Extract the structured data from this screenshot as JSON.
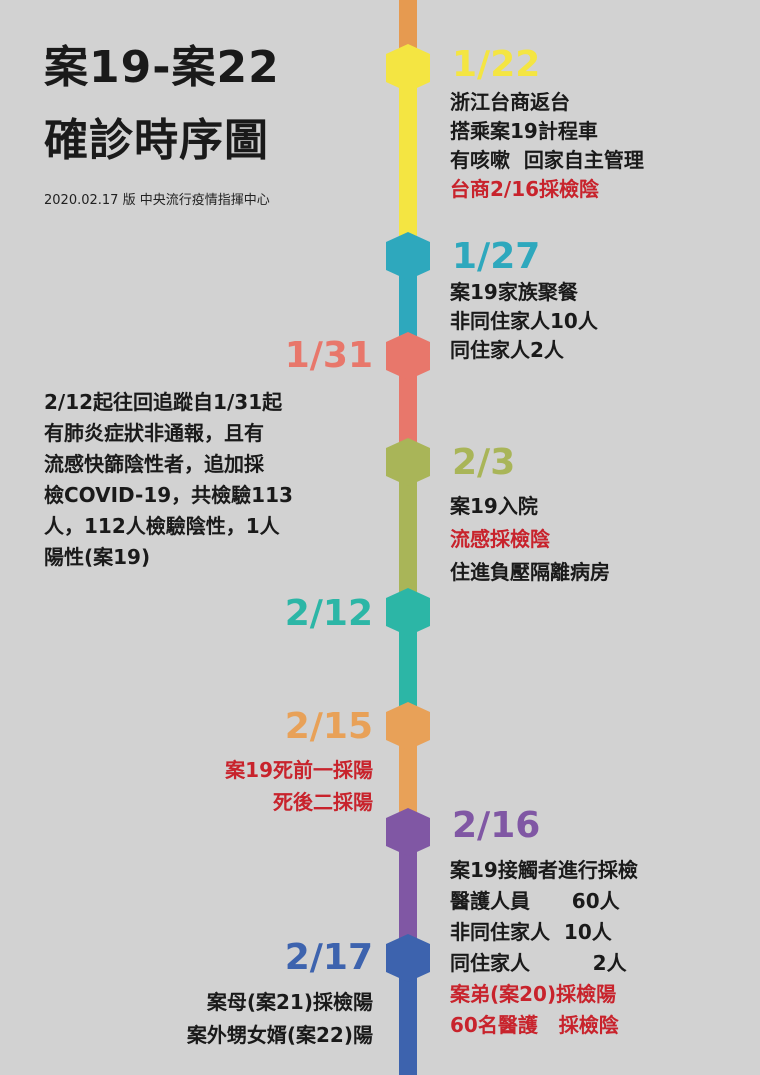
{
  "header": {
    "title_line1": "案19-案22",
    "title_line2": "確診時序圖",
    "subtitle": "2020.02.17 版 中央流行疫情指揮中心"
  },
  "colors": {
    "background": "#d2d2d2",
    "text": "#1a1a1a",
    "highlight_red": "#c8232c",
    "orange_top": "#e69a50",
    "yellow": "#f4e542",
    "cyan": "#2ea8bd",
    "salmon": "#e8776b",
    "olive": "#a9b558",
    "teal": "#2cb6a6",
    "orange": "#e8a158",
    "purple": "#8057a4",
    "blue": "#3d63ae"
  },
  "events": [
    {
      "date": "1/22",
      "color": "#f4e542",
      "lines": [
        {
          "text": "浙江台商返台",
          "red": false
        },
        {
          "text": "搭乘案19計程車",
          "red": false
        },
        {
          "text": "有咳嗽  回家自主管理",
          "red": false
        },
        {
          "text": "台商2/16採檢陰",
          "red": true
        }
      ]
    },
    {
      "date": "1/27",
      "color": "#2ea8bd",
      "lines": [
        {
          "text": "案19家族聚餐",
          "red": false
        },
        {
          "text": "非同住家人10人",
          "red": false
        },
        {
          "text": "同住家人2人",
          "red": false
        }
      ]
    },
    {
      "date": "1/31",
      "color": "#e8776b",
      "lines": [
        {
          "text": "2/12起往回追蹤自1/31起",
          "red": false
        },
        {
          "text": "有肺炎症狀非通報，且有",
          "red": false
        },
        {
          "text": "流感快篩陰性者，追加採",
          "red": false
        },
        {
          "text": "檢COVID-19，共檢驗113",
          "red": false
        },
        {
          "text": "人，112人檢驗陰性，1人",
          "red": false
        },
        {
          "text": "陽性(案19)",
          "red": false
        }
      ]
    },
    {
      "date": "2/3",
      "color": "#a9b558",
      "lines": [
        {
          "text": "案19入院",
          "red": false
        },
        {
          "text": "流感採檢陰",
          "red": true
        },
        {
          "text": "住進負壓隔離病房",
          "red": false
        }
      ]
    },
    {
      "date": "2/12",
      "color": "#2cb6a6",
      "lines": []
    },
    {
      "date": "2/15",
      "color": "#e8a158",
      "lines": [
        {
          "text": "案19死前一採陽",
          "red": true
        },
        {
          "text": "死後二採陽",
          "red": true
        }
      ]
    },
    {
      "date": "2/16",
      "color": "#8057a4",
      "lines": [
        {
          "text": "案19接觸者進行採檢",
          "red": false
        },
        {
          "text": "醫護人員      60人",
          "red": false
        },
        {
          "text": "非同住家人  10人",
          "red": false
        },
        {
          "text": "同住家人         2人",
          "red": false
        },
        {
          "text": "案弟(案20)採檢陽",
          "red": true
        },
        {
          "text": "60名醫護   採檢陰",
          "red": true
        }
      ]
    },
    {
      "date": "2/17",
      "color": "#3d63ae",
      "lines": [
        {
          "text": "案母(案21)採檢陽",
          "red": false
        },
        {
          "text": "案外甥女婿(案22)陽",
          "red": false
        }
      ]
    }
  ]
}
